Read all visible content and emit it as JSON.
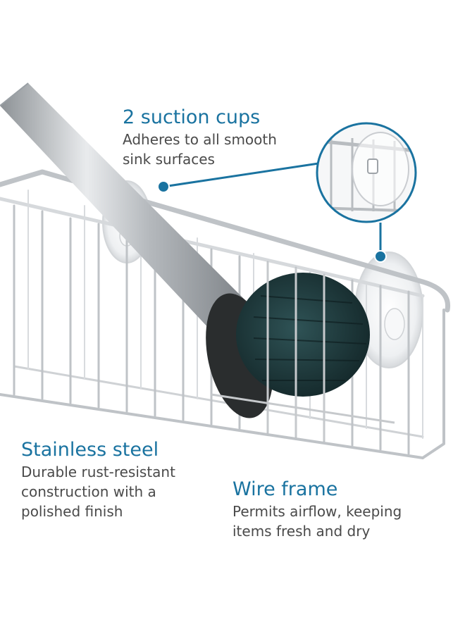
{
  "callouts": {
    "suction": {
      "heading": "2 suction cups",
      "line1": "Adheres to all smooth",
      "line2": "sink surfaces"
    },
    "steel": {
      "heading": "Stainless steel",
      "line1": "Durable rust-resistant",
      "line2": "construction with a",
      "line3": "polished finish"
    },
    "wire": {
      "heading": "Wire frame",
      "line1": "Permits airflow, keeping",
      "line2": "items fresh and dry"
    }
  },
  "colors": {
    "accent": "#1a73a0",
    "text": "#4a4a4a",
    "steel": "#c9ccd0",
    "brush": "#1f3a3d"
  }
}
